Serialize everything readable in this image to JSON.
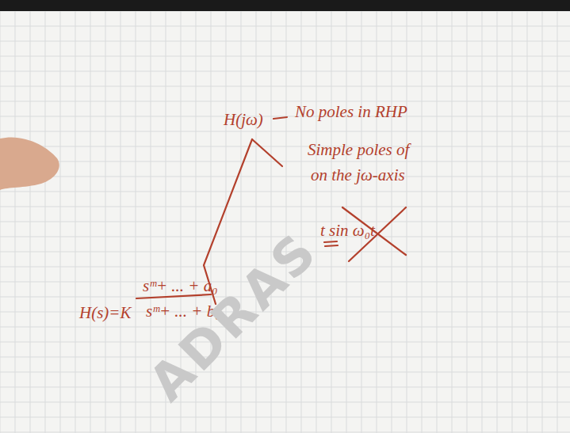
{
  "diagram": {
    "labels": [
      "H(jω)",
      "No poles in RHP",
      "Simple poles of",
      "on the jω-axis",
      "t sin ω₀t",
      "H(s)=K",
      "sᵐ+ ... + a₀",
      "sᵐ+ ... + b₀",
      "ADRAS"
    ]
  }
}
